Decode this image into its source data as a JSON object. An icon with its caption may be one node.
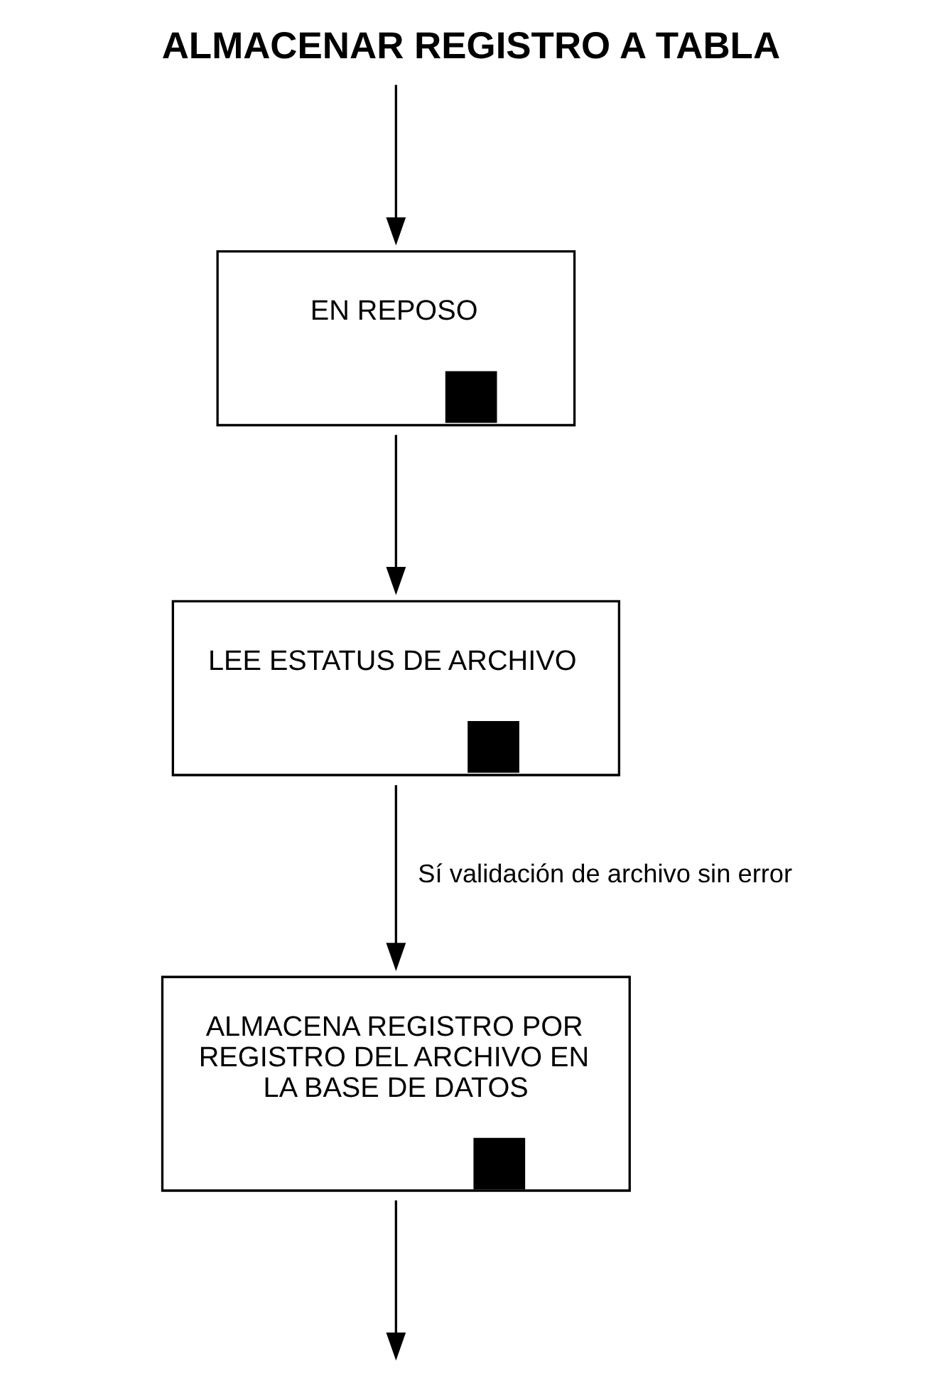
{
  "diagram": {
    "title": "ALMACENAR REGISTRO A TABLA",
    "nodes": [
      {
        "text": [
          "EN REPOSO"
        ]
      },
      {
        "text": [
          "LEE ESTATUS DE ARCHIVO"
        ]
      },
      {
        "text": [
          "ALMACENA REGISTRO POR REGISTRO DEL ARCHIVO EN LA BASE DE DATOS"
        ]
      }
    ],
    "edges": [
      {
        "from": null,
        "to": 0,
        "arrow": "to"
      },
      {
        "from": 0,
        "to": 1,
        "arrow": "to"
      },
      {
        "from": 1,
        "to": 2,
        "arrow": "to",
        "label": "Sí validación de archivo sin error"
      },
      {
        "from": 2,
        "to": null,
        "arrow": "to"
      }
    ]
  }
}
